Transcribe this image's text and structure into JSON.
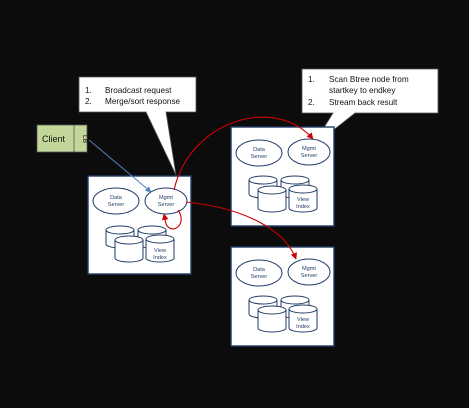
{
  "client": {
    "label": "Client",
    "lb_label": "LB"
  },
  "callout_left": {
    "items": [
      {
        "num": "1.",
        "text": "Broadcast request"
      },
      {
        "num": "2.",
        "text": "Merge/sort response"
      }
    ]
  },
  "callout_right": {
    "lines": [
      {
        "num": "1.",
        "text": "Scan Btree node from"
      },
      {
        "num": "",
        "text": "startkey to endkey"
      },
      {
        "num": "2.",
        "text": "Stream back result"
      }
    ]
  },
  "nodes": [
    {
      "data_server": [
        "Data",
        "Server"
      ],
      "mgmt_server": [
        "Mgmt",
        "Server"
      ],
      "view_index": [
        "View",
        "Index"
      ]
    },
    {
      "data_server": [
        "Data",
        "Server"
      ],
      "mgmt_server": [
        "Mgmt",
        "Server"
      ],
      "view_index": [
        "View",
        "Index"
      ]
    },
    {
      "data_server": [
        "Data",
        "Server"
      ],
      "mgmt_server": [
        "Mgmt",
        "Server"
      ],
      "view_index": [
        "View",
        "Index"
      ]
    }
  ],
  "colors": {
    "background": "#0c0c0c",
    "node_border": "#1f3b66",
    "arrow_red": "#cc0000",
    "arrow_blue": "#4f81bd",
    "client_fill": "#c4d79b"
  }
}
